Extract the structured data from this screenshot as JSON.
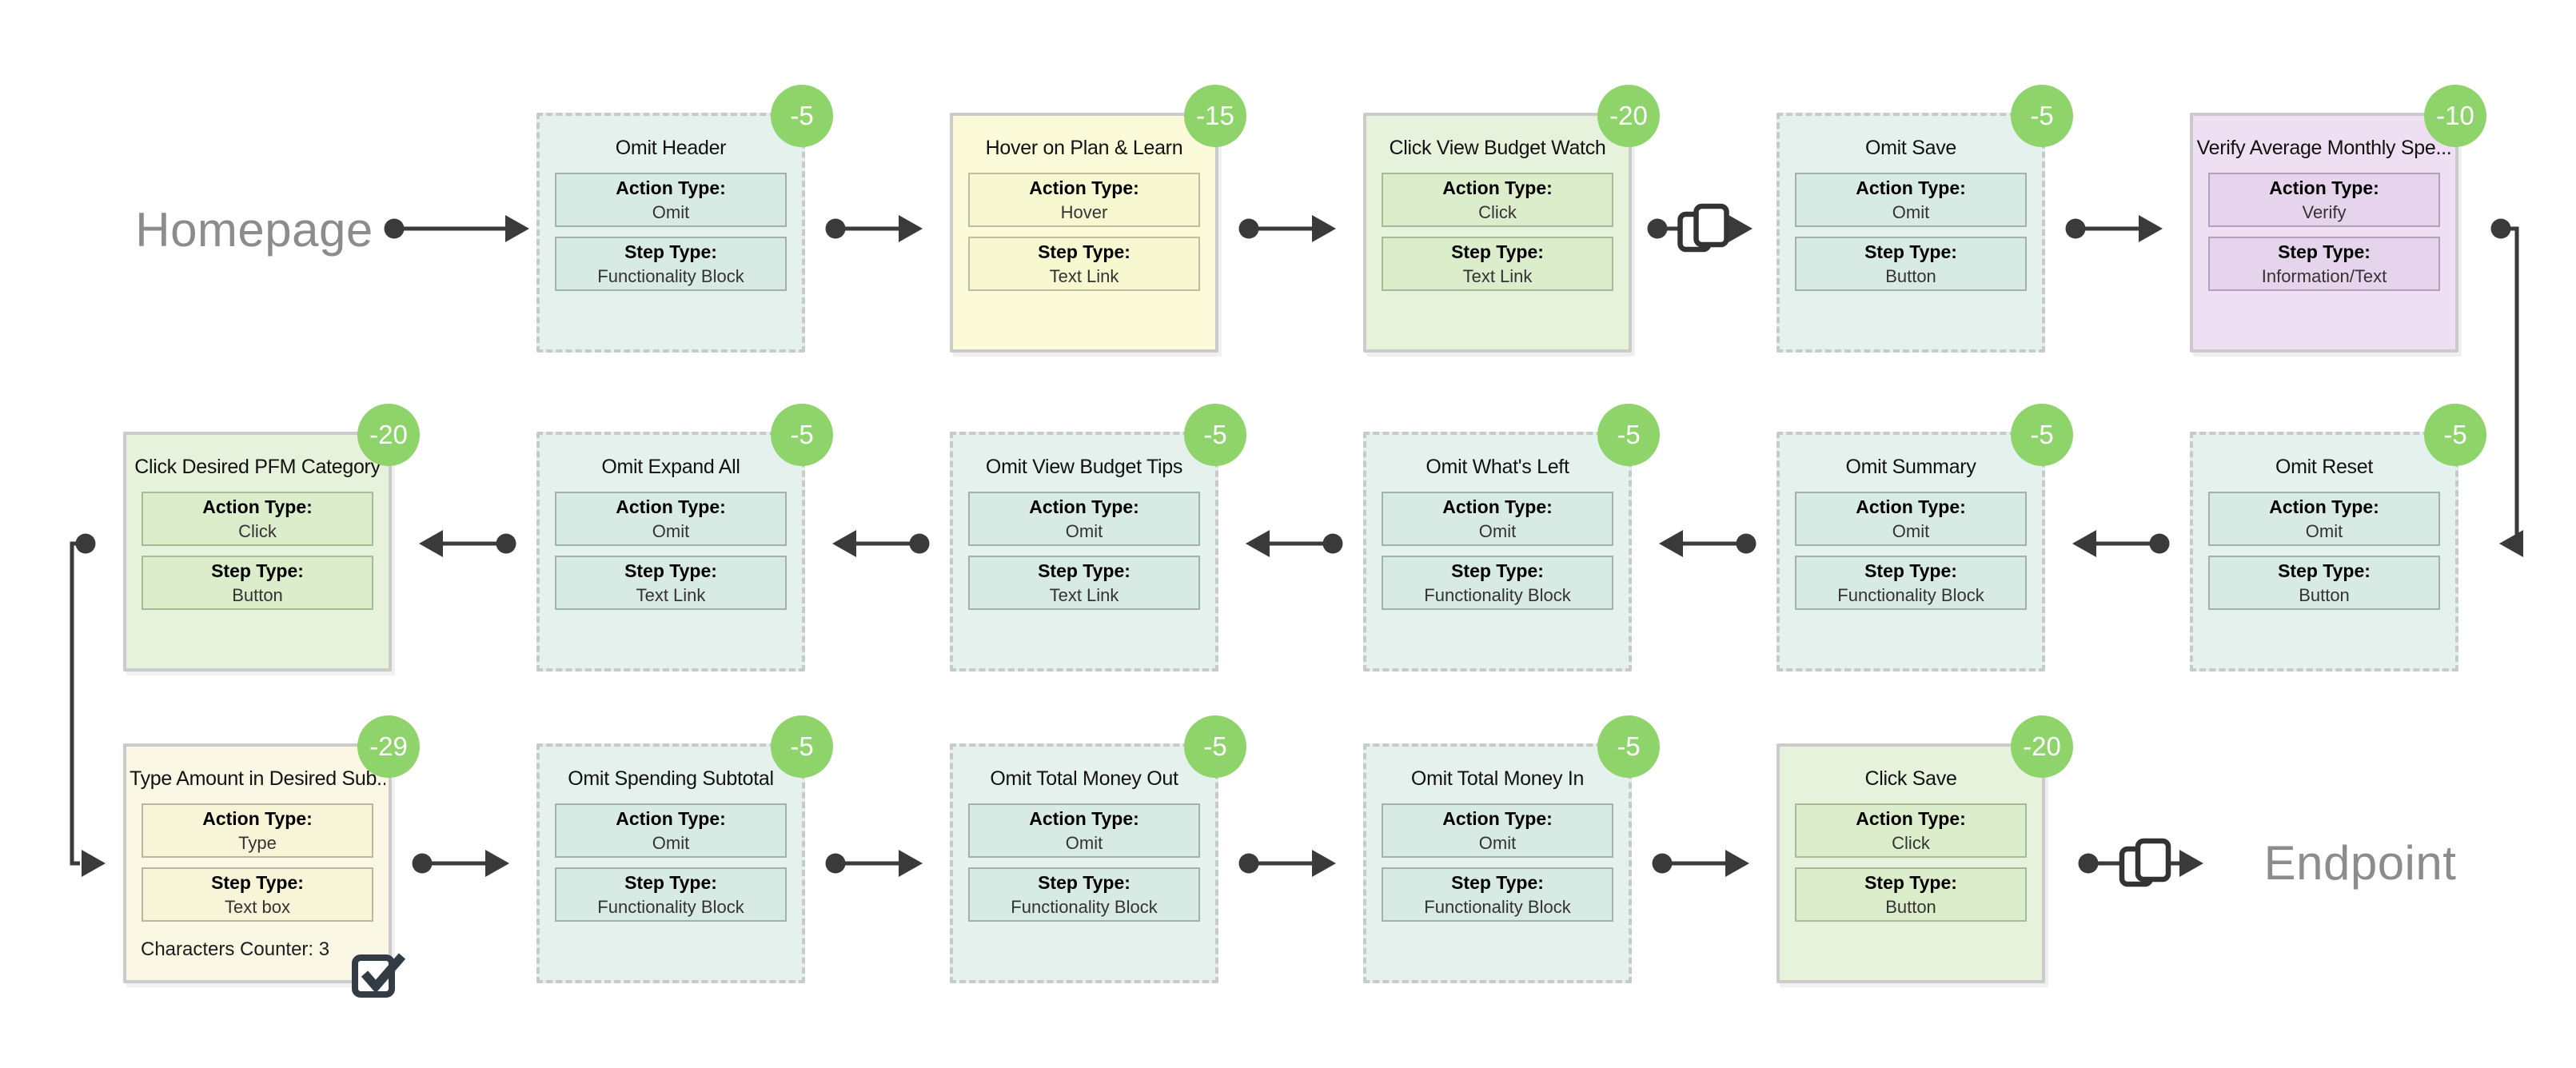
{
  "terminals": {
    "start": "Homepage",
    "end": "Endpoint"
  },
  "labels": {
    "action_type": "Action Type:",
    "step_type": "Step Type:"
  },
  "colors": {
    "badge_green": "#8fd36b",
    "connector": "#3a3a3a",
    "terminal_text": "#8c8c8c",
    "omit_bg": "#e4f1ed",
    "hover_bg": "#fbfbda",
    "click_bg": "#e7f2dc",
    "verify_bg": "#eee0f2",
    "type_bg": "#faf7e5"
  },
  "nodes": [
    {
      "id": "omit-header",
      "row": 0,
      "col": 1,
      "variant": "omit",
      "title": "Omit Header",
      "badge": "-5",
      "action_type": "Omit",
      "step_type": "Functionality Block"
    },
    {
      "id": "hover-plan-learn",
      "row": 0,
      "col": 2,
      "variant": "hover",
      "title": "Hover on Plan & Learn",
      "badge": "-15",
      "action_type": "Hover",
      "step_type": "Text Link"
    },
    {
      "id": "click-view-budget-watch",
      "row": 0,
      "col": 3,
      "variant": "click",
      "title": "Click View Budget Watch",
      "badge": "-20",
      "action_type": "Click",
      "step_type": "Text Link"
    },
    {
      "id": "omit-save",
      "row": 0,
      "col": 4,
      "variant": "omit",
      "title": "Omit Save",
      "badge": "-5",
      "action_type": "Omit",
      "step_type": "Button"
    },
    {
      "id": "verify-avg-monthly-spend",
      "row": 0,
      "col": 5,
      "variant": "verify",
      "title": "Verify Average Monthly Spe...",
      "badge": "-10",
      "action_type": "Verify",
      "step_type": "Information/Text"
    },
    {
      "id": "click-desired-pfm-category",
      "row": 1,
      "col": 0,
      "variant": "click",
      "title": "Click Desired PFM Category",
      "badge": "-20",
      "action_type": "Click",
      "step_type": "Button"
    },
    {
      "id": "omit-expand-all",
      "row": 1,
      "col": 1,
      "variant": "omit",
      "title": "Omit Expand All",
      "badge": "-5",
      "action_type": "Omit",
      "step_type": "Text Link"
    },
    {
      "id": "omit-view-budget-tips",
      "row": 1,
      "col": 2,
      "variant": "omit",
      "title": "Omit View Budget Tips",
      "badge": "-5",
      "action_type": "Omit",
      "step_type": "Text Link"
    },
    {
      "id": "omit-whats-left",
      "row": 1,
      "col": 3,
      "variant": "omit",
      "title": "Omit What's Left",
      "badge": "-5",
      "action_type": "Omit",
      "step_type": "Functionality Block"
    },
    {
      "id": "omit-summary",
      "row": 1,
      "col": 4,
      "variant": "omit",
      "title": "Omit Summary",
      "badge": "-5",
      "action_type": "Omit",
      "step_type": "Functionality Block"
    },
    {
      "id": "omit-reset",
      "row": 1,
      "col": 5,
      "variant": "omit",
      "title": "Omit Reset",
      "badge": "-5",
      "action_type": "Omit",
      "step_type": "Button"
    },
    {
      "id": "type-amount-desired-sub",
      "row": 2,
      "col": 0,
      "variant": "type",
      "title": "Type Amount in Desired Sub...",
      "badge": "-29",
      "action_type": "Type",
      "step_type": "Text box",
      "footer": "Characters Counter: 3",
      "checkbox": true
    },
    {
      "id": "omit-spending-subtotal",
      "row": 2,
      "col": 1,
      "variant": "omit",
      "title": "Omit Spending Subtotal",
      "badge": "-5",
      "action_type": "Omit",
      "step_type": "Functionality Block"
    },
    {
      "id": "omit-total-money-out",
      "row": 2,
      "col": 2,
      "variant": "omit",
      "title": "Omit Total Money Out",
      "badge": "-5",
      "action_type": "Omit",
      "step_type": "Functionality Block"
    },
    {
      "id": "omit-total-money-in",
      "row": 2,
      "col": 3,
      "variant": "omit",
      "title": "Omit Total Money In",
      "badge": "-5",
      "action_type": "Omit",
      "step_type": "Functionality Block"
    },
    {
      "id": "click-save",
      "row": 2,
      "col": 4,
      "variant": "click",
      "title": "Click Save",
      "badge": "-20",
      "action_type": "Click",
      "step_type": "Button"
    }
  ],
  "edges": [
    {
      "from": "Homepage",
      "to": "omit-header"
    },
    {
      "from": "omit-header",
      "to": "hover-plan-learn"
    },
    {
      "from": "hover-plan-learn",
      "to": "click-view-budget-watch"
    },
    {
      "from": "click-view-budget-watch",
      "to": "omit-save",
      "icon": "page-transition-icon"
    },
    {
      "from": "omit-save",
      "to": "verify-avg-monthly-spend"
    },
    {
      "from": "verify-avg-monthly-spend",
      "to": "omit-reset"
    },
    {
      "from": "omit-reset",
      "to": "omit-summary"
    },
    {
      "from": "omit-summary",
      "to": "omit-whats-left"
    },
    {
      "from": "omit-whats-left",
      "to": "omit-view-budget-tips"
    },
    {
      "from": "omit-view-budget-tips",
      "to": "omit-expand-all"
    },
    {
      "from": "omit-expand-all",
      "to": "click-desired-pfm-category"
    },
    {
      "from": "click-desired-pfm-category",
      "to": "type-amount-desired-sub"
    },
    {
      "from": "type-amount-desired-sub",
      "to": "omit-spending-subtotal"
    },
    {
      "from": "omit-spending-subtotal",
      "to": "omit-total-money-out"
    },
    {
      "from": "omit-total-money-out",
      "to": "omit-total-money-in"
    },
    {
      "from": "omit-total-money-in",
      "to": "click-save"
    },
    {
      "from": "click-save",
      "to": "Endpoint",
      "icon": "page-transition-icon"
    }
  ]
}
